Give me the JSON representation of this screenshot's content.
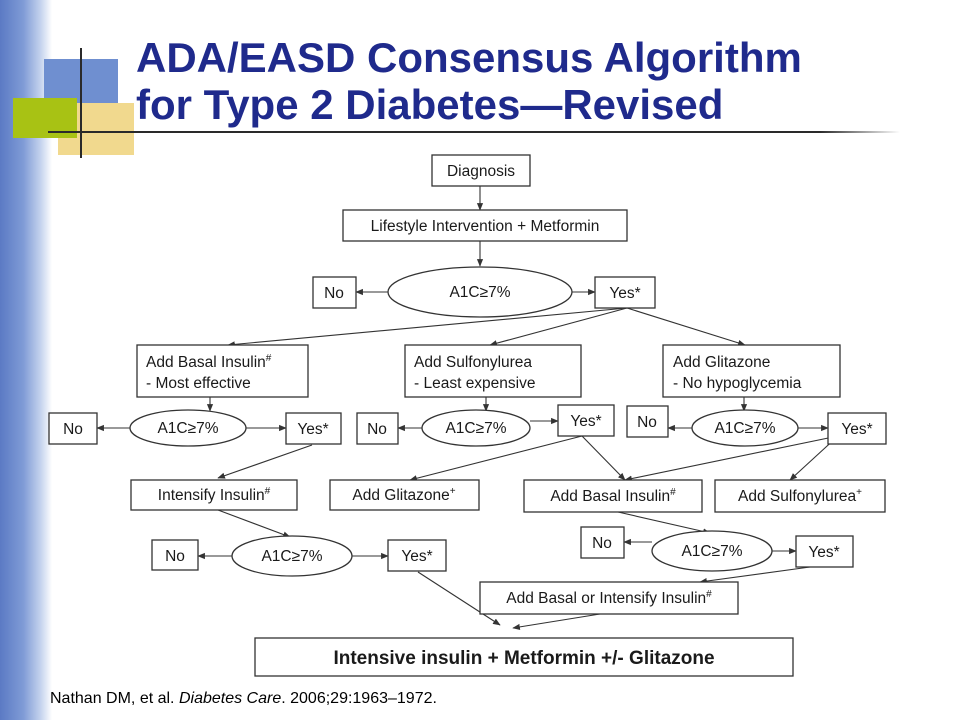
{
  "slide": {
    "title_line1": "ADA/EASD Consensus Algorithm",
    "title_line2": "for Type 2 Diabetes—Revised"
  },
  "flowchart": {
    "diagnosis": "Diagnosis",
    "lifestyle": "Lifestyle Intervention + Metformin",
    "a1c": "A1C≥7%",
    "no": "No",
    "yes": "Yes*",
    "basal_insulin": {
      "title": "Add Basal Insulin",
      "mark": "#",
      "note": "- Most effective"
    },
    "sulfonylurea": {
      "title": "Add Sulfonylurea",
      "note": "- Least expensive"
    },
    "glitazone": {
      "title": "Add Glitazone",
      "note": "- No hypoglycemia"
    },
    "intensify_insulin": {
      "title": "Intensify Insulin",
      "mark": "#"
    },
    "add_glitazone": {
      "title": "Add Glitazone",
      "mark": "+"
    },
    "add_basal_insulin": {
      "title": "Add Basal Insulin",
      "mark": "#"
    },
    "add_sulfonylurea": {
      "title": "Add Sulfonylurea",
      "mark": "+"
    },
    "basal_or_intensify": {
      "title": "Add Basal or Intensify Insulin",
      "mark": "#"
    },
    "final": "Intensive insulin + Metformin +/- Glitazone"
  },
  "citation": {
    "authors": "Nathan DM, et al. ",
    "journal": "Diabetes Care",
    "details": ". 2006;29:1963–1972."
  }
}
